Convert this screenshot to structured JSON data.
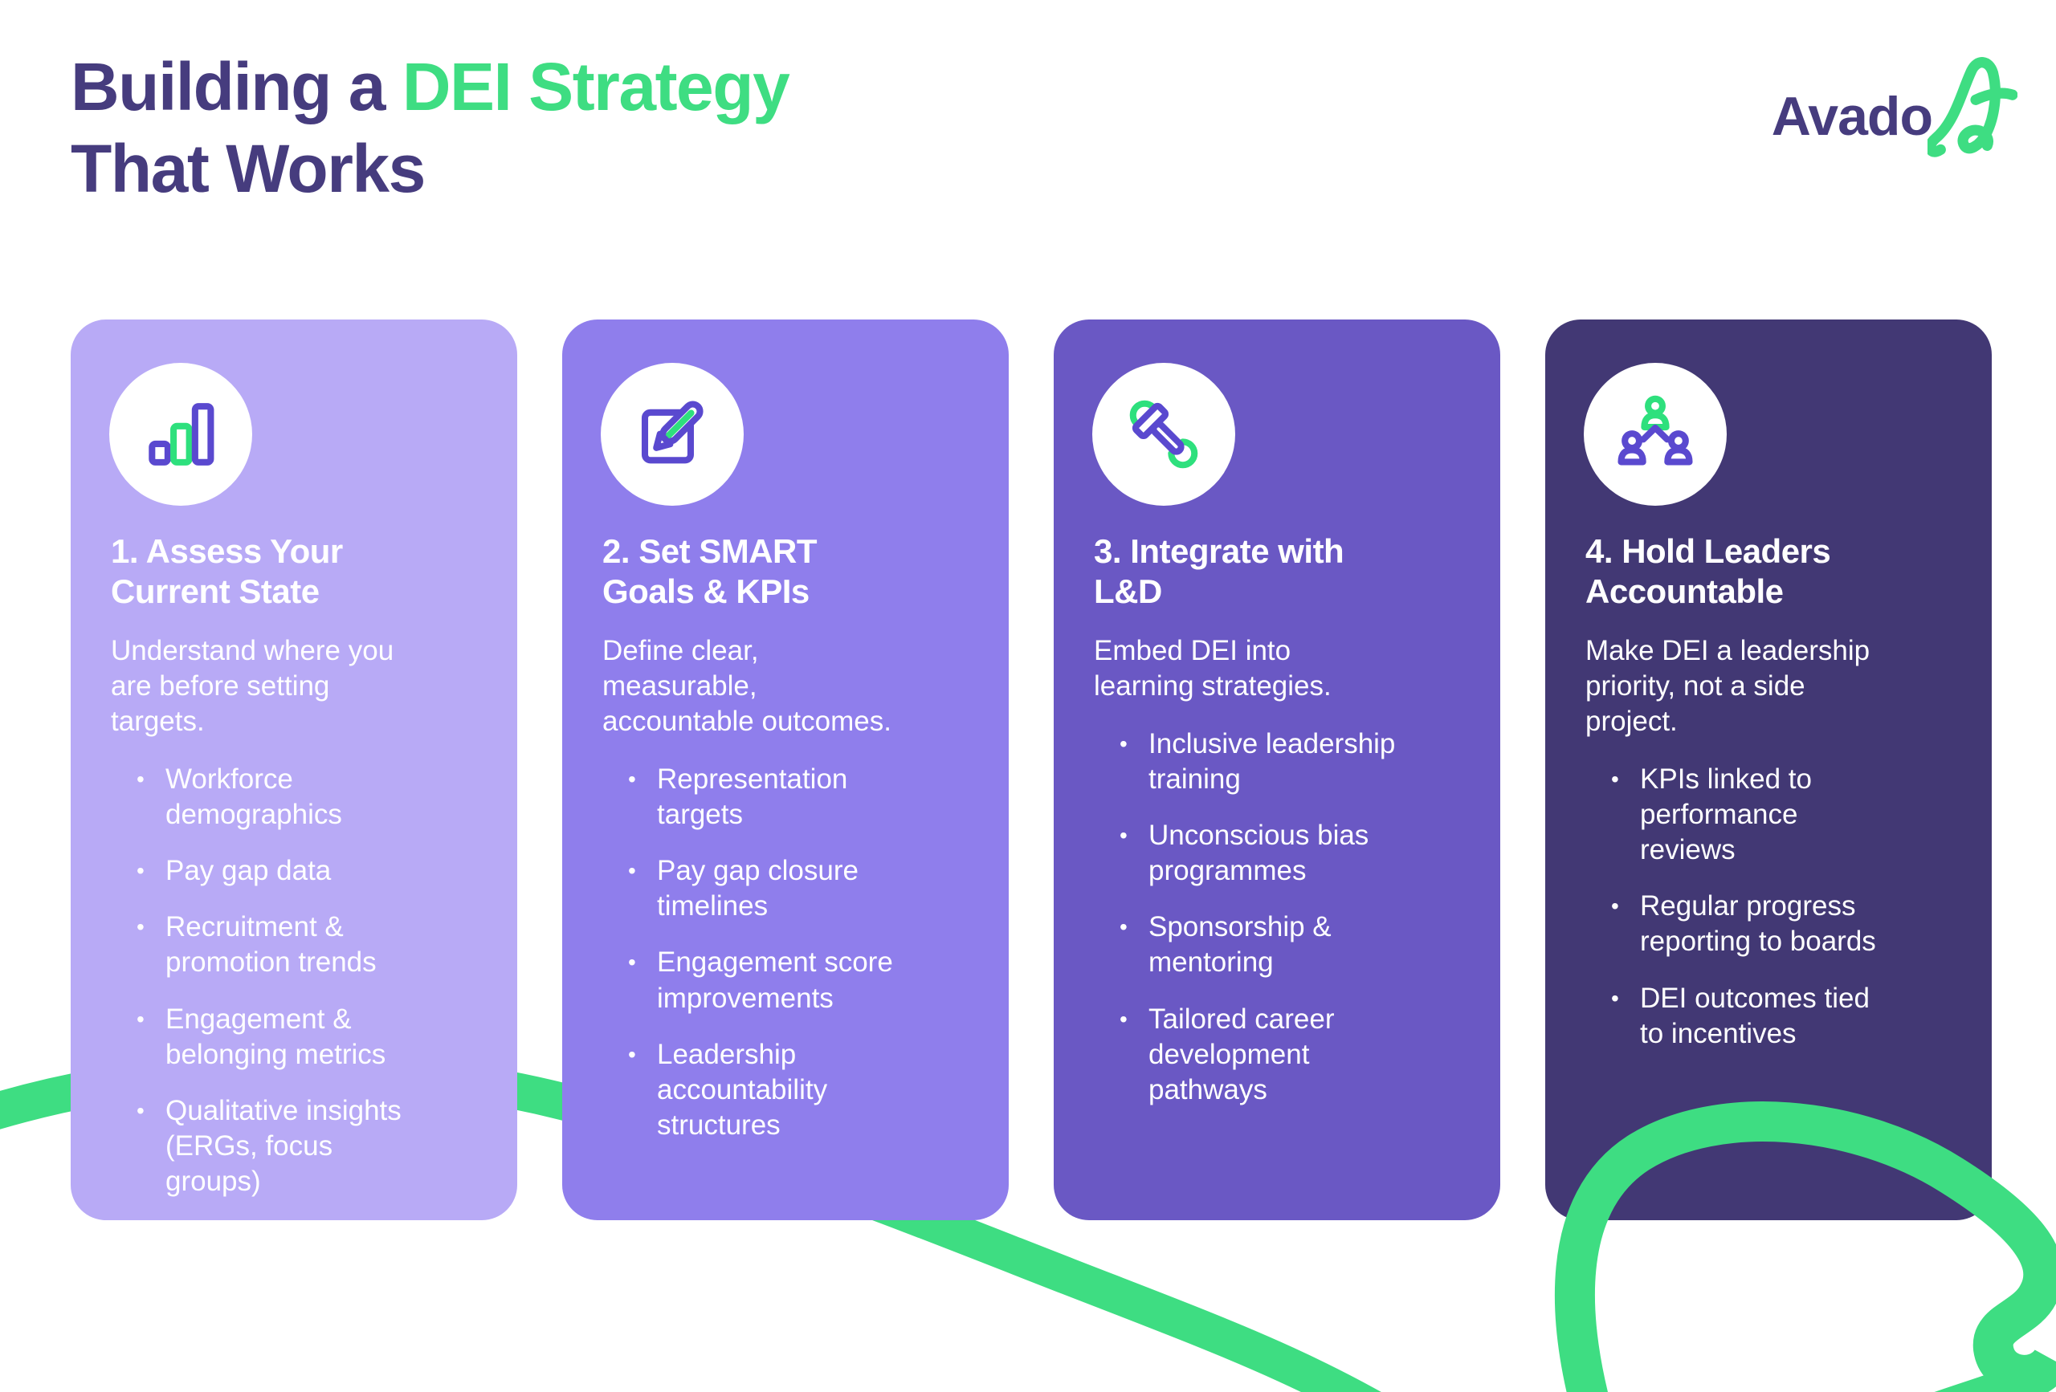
{
  "colors": {
    "background": "#ffffff",
    "title_purple": "#463c7e",
    "green": "#3edd82",
    "icon_purple": "#5a49cf",
    "icon_green": "#2ee07d",
    "text_white": "#ffffff"
  },
  "header": {
    "title_part1": "Building a ",
    "title_highlight": "DEI Strategy",
    "title_part2": "That Works"
  },
  "logo": {
    "text": "Avado",
    "glyph": "avado-squiggle-mark"
  },
  "cards": [
    {
      "color": "#b8aaf6",
      "icon": "bar-chart-icon",
      "heading": "1. Assess Your\nCurrent State",
      "intro": "Understand where you\nare before setting\ntargets.",
      "bullets": [
        "Workforce\ndemographics",
        "Pay gap data",
        "Recruitment &\npromotion trends",
        "Engagement &\nbelonging metrics",
        "Qualitative insights\n(ERGs, focus\ngroups)"
      ]
    },
    {
      "color": "#8f7eec",
      "icon": "pencil-paper-icon",
      "heading": "2. Set SMART\nGoals & KPIs",
      "intro": "Define clear,\nmeasurable,\naccountable outcomes.",
      "bullets": [
        "Representation\ntargets",
        "Pay gap closure\ntimelines",
        "Engagement score\nimprovements",
        "Leadership\naccountability\nstructures"
      ]
    },
    {
      "color": "#6a58c4",
      "icon": "hammer-wrench-icon",
      "heading": "3. Integrate with\nL&D",
      "intro": "Embed DEI into\nlearning strategies.",
      "bullets": [
        "Inclusive leadership\ntraining",
        "Unconscious bias\nprogrammes",
        "Sponsorship &\nmentoring",
        "Tailored career\ndevelopment\npathways"
      ]
    },
    {
      "color": "#423874",
      "icon": "org-people-icon",
      "heading": "4. Hold Leaders\nAccountable",
      "intro": "Make DEI a leadership\npriority, not a side\nproject.",
      "bullets": [
        "KPIs linked to\nperformance\nreviews",
        "Regular progress\nreporting to boards",
        "DEI outcomes tied\nto incentives"
      ]
    }
  ]
}
